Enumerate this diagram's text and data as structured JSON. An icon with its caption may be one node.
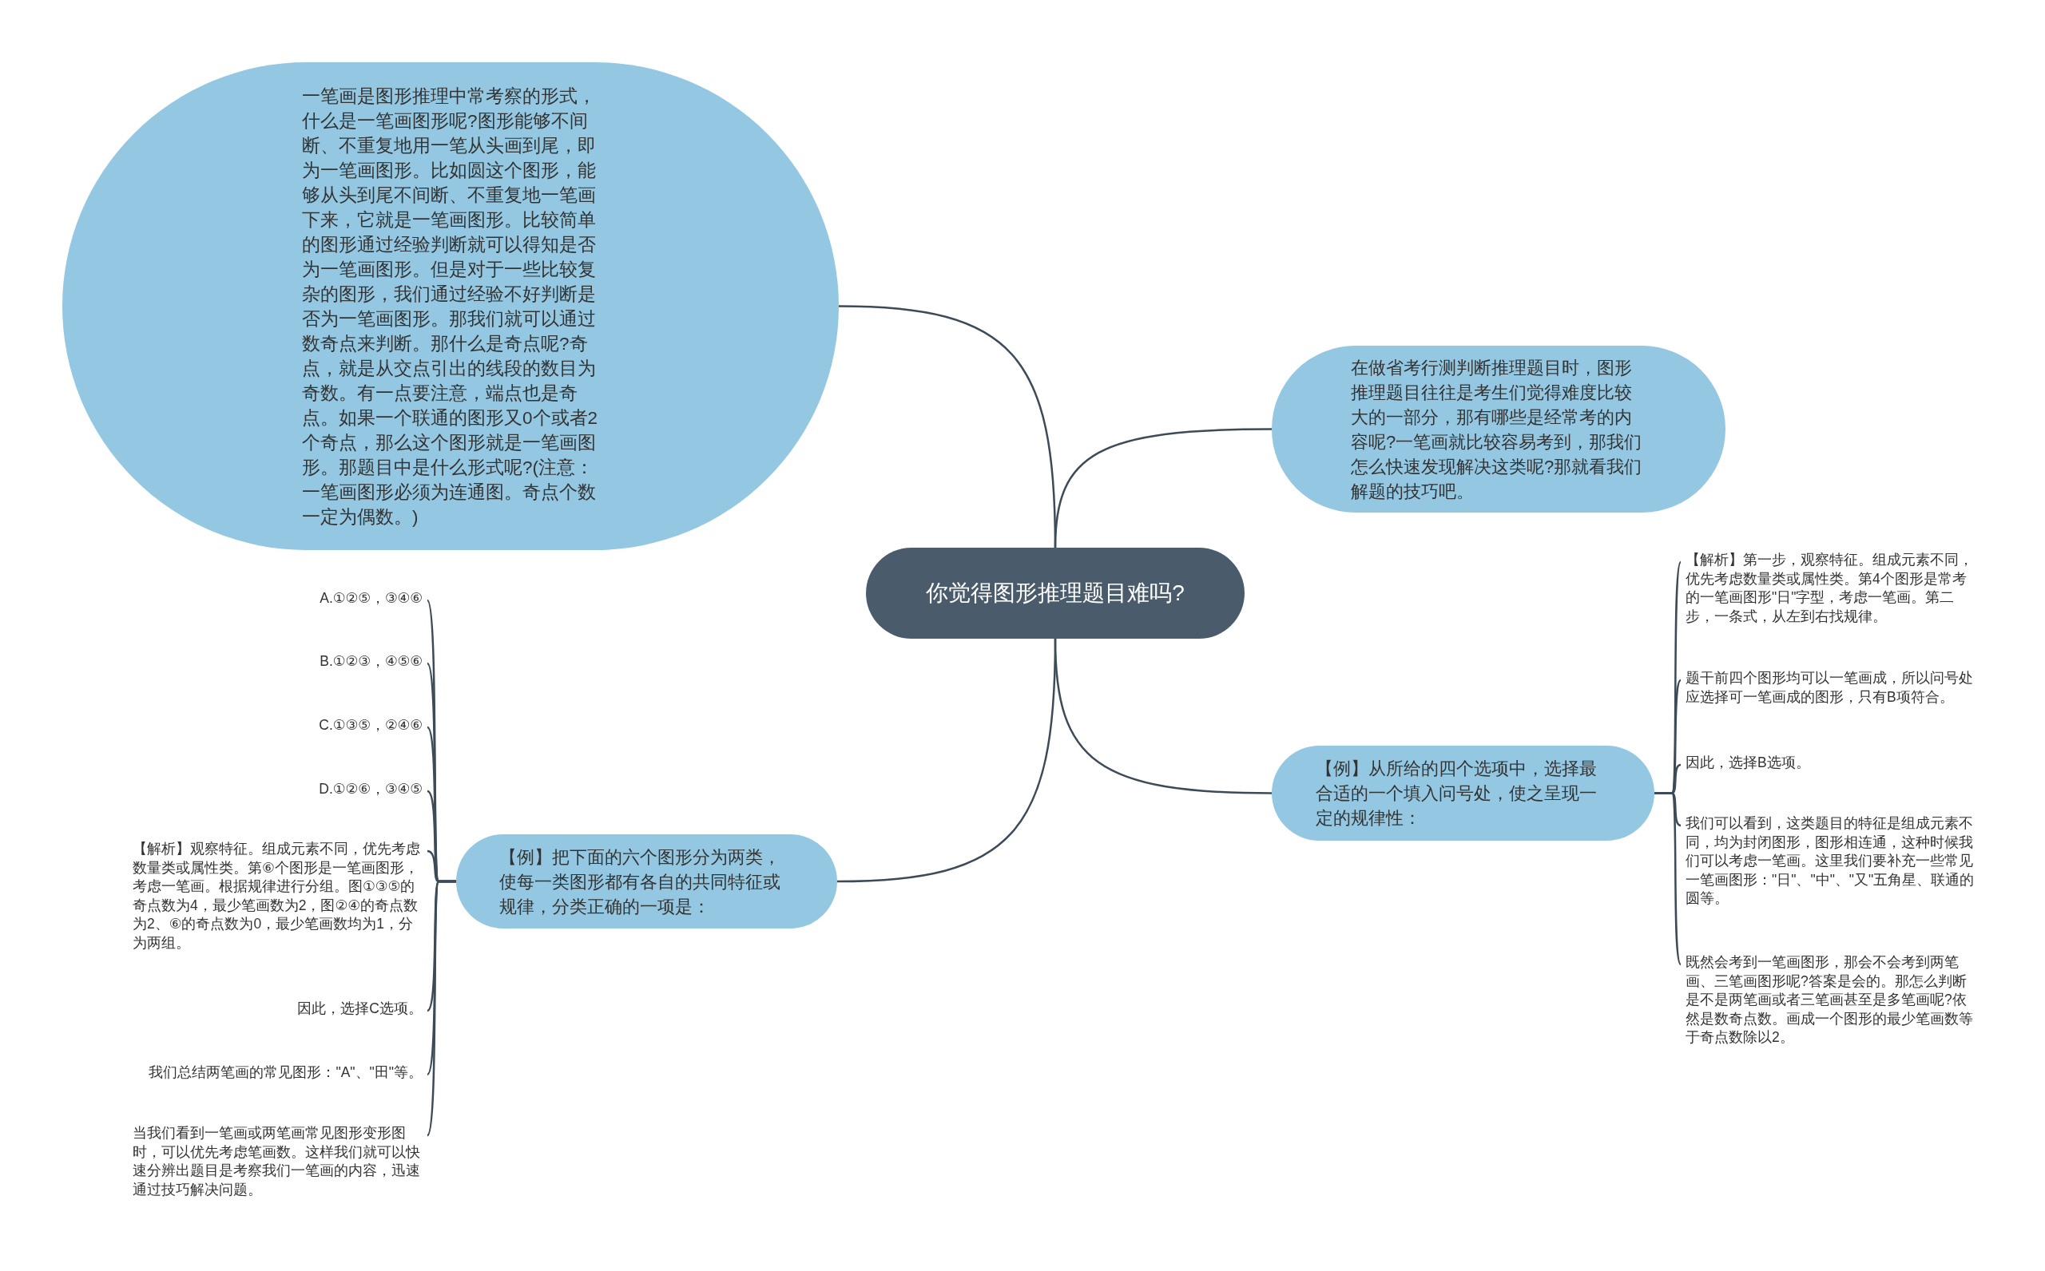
{
  "diagram": {
    "nodes": [
      {
        "text": [
          "你觉得图形推理题目难吗?"
        ]
      },
      {
        "text": [
          "一笔画是图形推理中常考察的形式，什么是一笔画图形呢?图形能够不间断、不重复地用一笔从头画到尾，即为一笔画图形。比如圆这个图形，能够从头到尾不间断、不重复地一笔画下来，它就是一笔画图形。比较简单的图形通过经验判断就可以得知是否为一笔画图形。但是对于一些比较复杂的图形，我们通过经验不好判断是否为一笔画图形。那我们就可以通过数奇点来判断。那什么是奇点呢?奇点，就是从交点引出的线段的数目为奇数。有一点要注意，端点也是奇点。如果一个联通的图形又0个或者2个奇点，那么这个图形就是一笔画图形。那题目中是什么形式呢?(注意：一笔画图形必须为连通图。奇点个数一定为偶数。)"
        ]
      },
      {
        "text": [
          "在做省考行测判断推理题目时，图形推理题目往往是考生们觉得难度比较大的一部分，那有哪些是经常考的内容呢?一笔画就比较容易考到，那我们怎么快速发现解决这类呢?那就看我们解题的技巧吧。"
        ]
      },
      {
        "text": [
          "【例】从所给的四个选项中，选择最合适的一个填入问号处，使之呈现一定的规律性："
        ]
      },
      {
        "text": [
          "【解析】第一步，观察特征。组成元素不同，优先考虑数量类或属性类。第4个图形是常考的一笔画图形\"日\"字型，考虑一笔画。第二步，一条式，从左到右找规律。"
        ]
      },
      {
        "text": [
          "题干前四个图形均可以一笔画成，所以问号处应选择可一笔画成的图形，只有B项符合。"
        ]
      },
      {
        "text": [
          "因此，选择B选项。"
        ]
      },
      {
        "text": [
          "我们可以看到，这类题目的特征是组成元素不同，均为封闭图形，图形相连通，这种时候我们可以考虑一笔画。这里我们要补充一些常见一笔画图形：\"日\"、\"中\"、\"又\"五角星、联通的圆等。"
        ]
      },
      {
        "text": [
          "既然会考到一笔画图形，那会不会考到两笔画、三笔画图形呢?答案是会的。那怎么判断是不是两笔画或者三笔画甚至是多笔画呢?依然是数奇点数。画成一个图形的最少笔画数等于奇点数除以2。"
        ]
      },
      {
        "text": [
          "【例】把下面的六个图形分为两类，使每一类图形都有各自的共同特征或规律，分类正确的一项是："
        ]
      },
      {
        "text": [
          "A.①②⑤，③④⑥"
        ]
      },
      {
        "text": [
          "B.①②③，④⑤⑥"
        ]
      },
      {
        "text": [
          "C.①③⑤，②④⑥"
        ]
      },
      {
        "text": [
          "D.①②⑥，③④⑤"
        ]
      },
      {
        "text": [
          "【解析】观察特征。组成元素不同，优先考虑数量类或属性类。第⑥个图形是一笔画图形，考虑一笔画。根据规律进行分组。图①③⑤的奇点数为4，最少笔画数为2，图②④的奇点数为2、⑥的奇点数为0，最少笔画数均为1，分为两组。"
        ]
      },
      {
        "text": [
          "因此，选择C选项。"
        ]
      },
      {
        "text": [
          "我们总结两笔画的常见图形：\"A\"、\"田\"等。"
        ]
      },
      {
        "text": [
          "当我们看到一笔画或两笔画常见图形变形图时，可以优先考虑笔画数。这样我们就可以快速分辨出题目是考察我们一笔画的内容，迅速通过技巧解决问题。"
        ]
      }
    ],
    "edges": [
      {
        "from": 0,
        "to": 1,
        "arrow": "none"
      },
      {
        "from": 0,
        "to": 2,
        "arrow": "none"
      },
      {
        "from": 0,
        "to": 3,
        "arrow": "none"
      },
      {
        "from": 3,
        "to": 4,
        "arrow": "none"
      },
      {
        "from": 3,
        "to": 5,
        "arrow": "none"
      },
      {
        "from": 3,
        "to": 6,
        "arrow": "none"
      },
      {
        "from": 3,
        "to": 7,
        "arrow": "none"
      },
      {
        "from": 3,
        "to": 8,
        "arrow": "none"
      },
      {
        "from": 0,
        "to": 9,
        "arrow": "none"
      },
      {
        "from": 9,
        "to": 10,
        "arrow": "none"
      },
      {
        "from": 9,
        "to": 11,
        "arrow": "none"
      },
      {
        "from": 9,
        "to": 12,
        "arrow": "none"
      },
      {
        "from": 9,
        "to": 13,
        "arrow": "none"
      },
      {
        "from": 9,
        "to": 14,
        "arrow": "none"
      },
      {
        "from": 9,
        "to": 15,
        "arrow": "none"
      },
      {
        "from": 9,
        "to": 16,
        "arrow": "none"
      },
      {
        "from": 9,
        "to": 17,
        "arrow": "none"
      }
    ]
  }
}
